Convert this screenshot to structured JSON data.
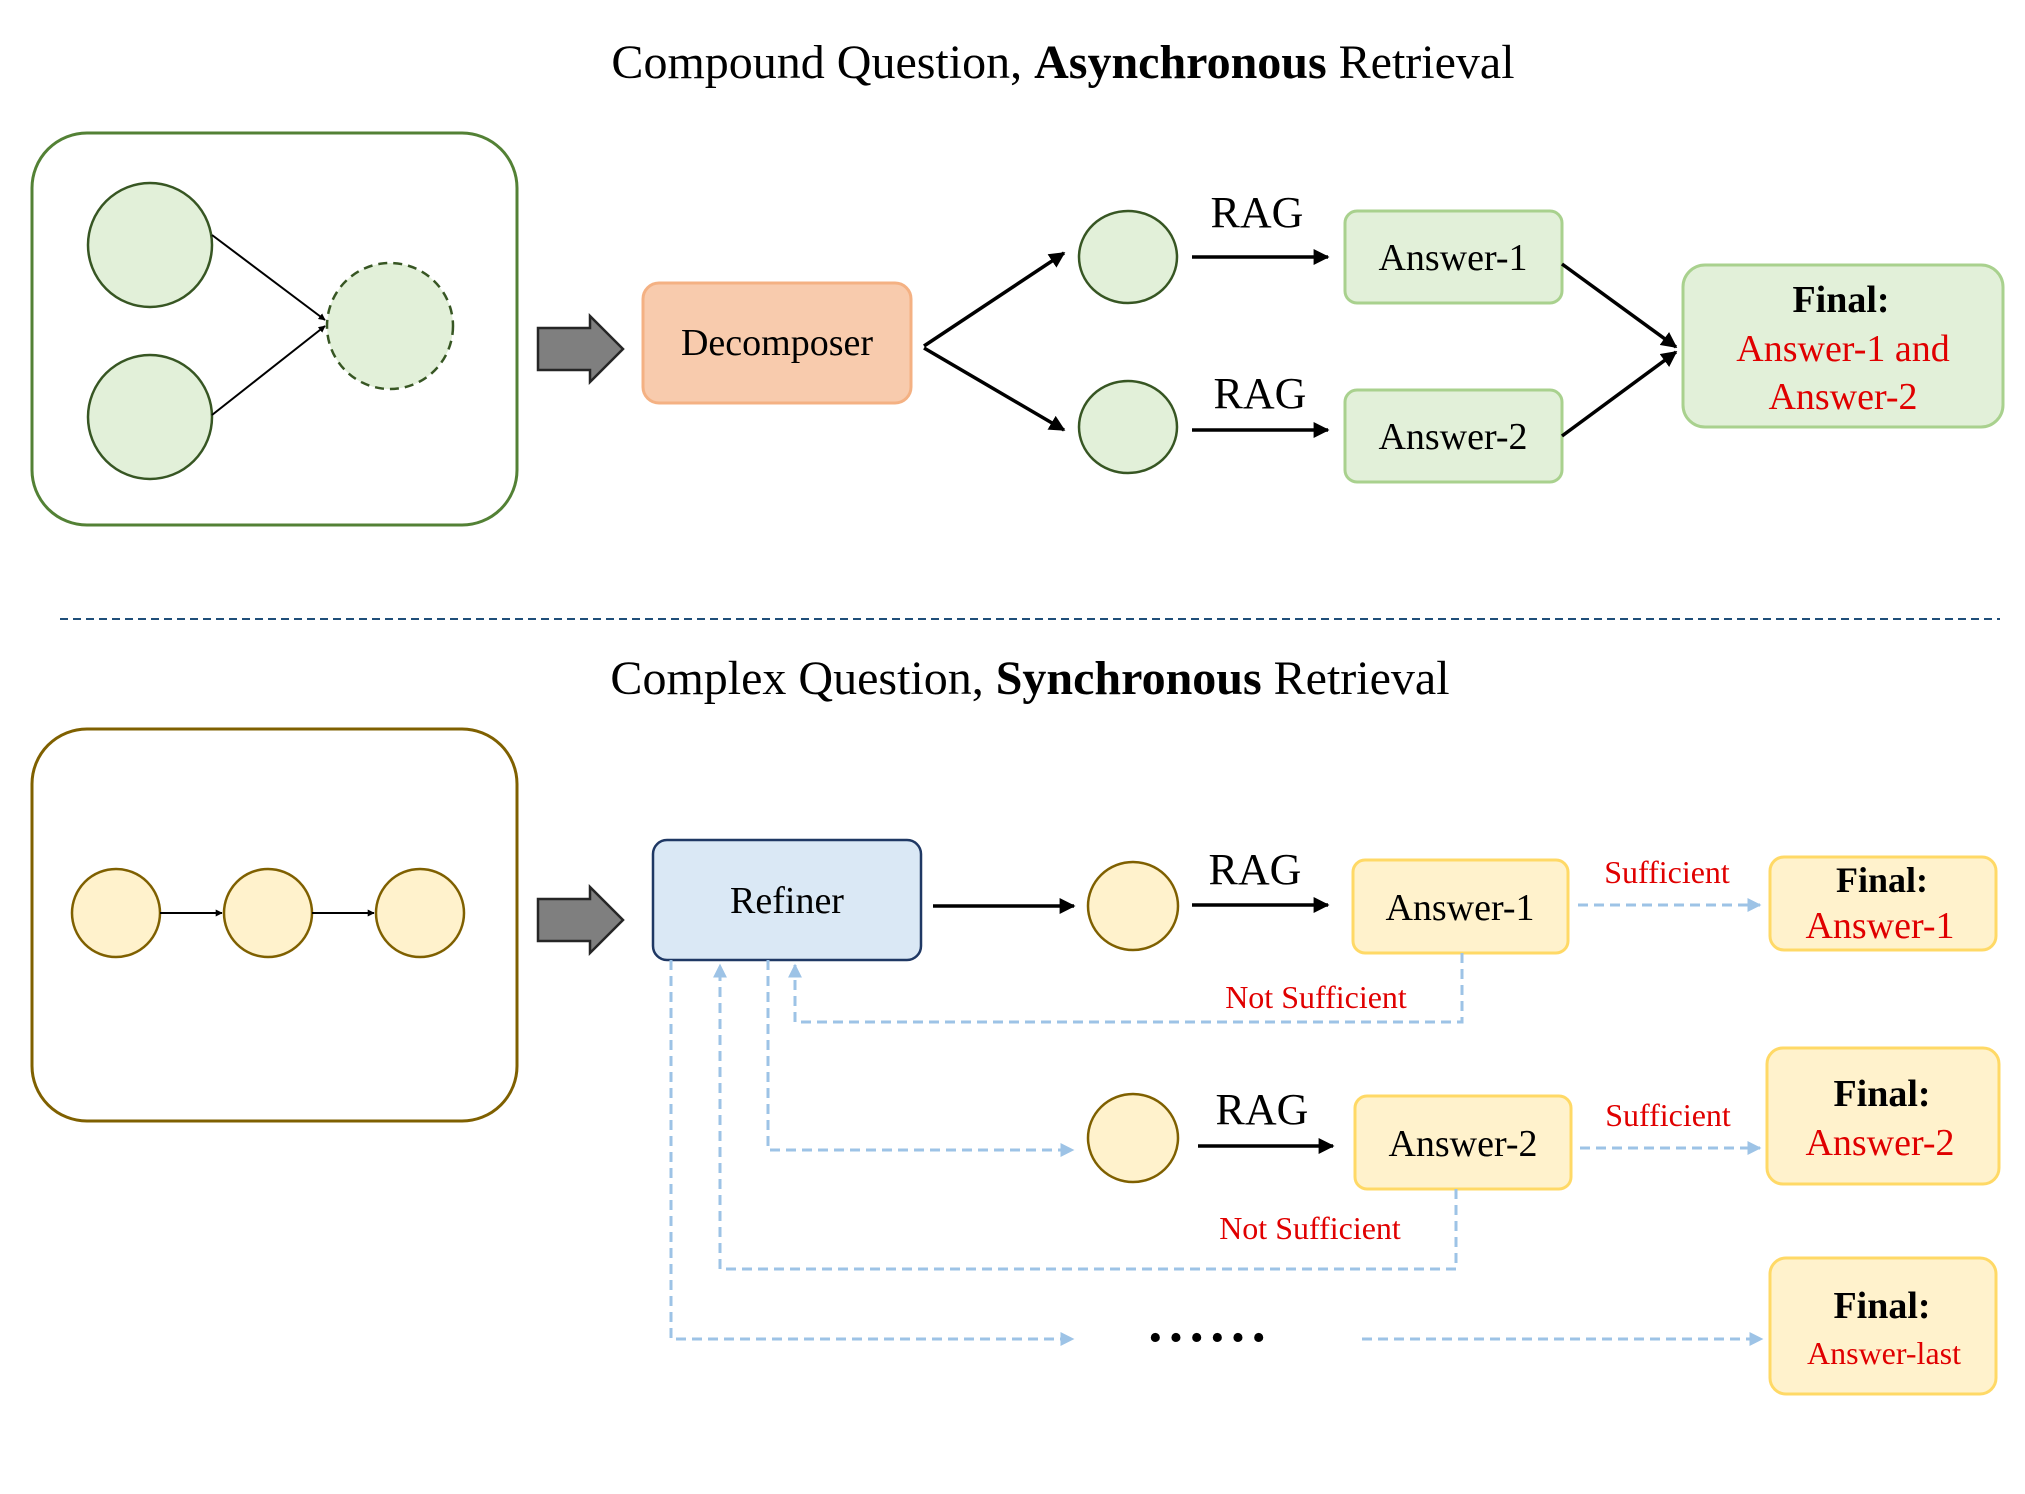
{
  "top": {
    "title_pre": "Compound Question, ",
    "title_bold": "Asynchronous",
    "title_post": " Retrieval",
    "decomposer": "Decomposer",
    "rag_1": "RAG",
    "rag_2": "RAG",
    "answer_1": "Answer-1",
    "answer_2": "Answer-2",
    "final_label": "Final:",
    "final_line_1": "Answer-1 and",
    "final_line_2": "Answer-2"
  },
  "bottom": {
    "title_pre": "Complex Question, ",
    "title_bold": "Synchronous",
    "title_post": " Retrieval",
    "refiner": "Refiner",
    "rag_1": "RAG",
    "rag_2": "RAG",
    "answer_1": "Answer-1",
    "answer_2": "Answer-2",
    "sufficient_1": "Sufficient",
    "sufficient_2": "Sufficient",
    "not_sufficient_1": "Not Sufficient",
    "not_sufficient_2": "Not Sufficient",
    "ellipsis": "······",
    "final_1_label": "Final:",
    "final_1_value": "Answer-1",
    "final_2_label": "Final:",
    "final_2_value": "Answer-2",
    "final_3_label": "Final:",
    "final_3_value": "Answer-last"
  },
  "colors": {
    "green_fill": "#e2f0d9",
    "green_stroke": "#538135",
    "orange_fill": "#f8cbad",
    "orange_stroke": "#f4b183",
    "yellow_fill": "#fff2cc",
    "yellow_stroke": "#7f6000",
    "blue_fill": "#dae8f5",
    "blue_stroke": "#1f3864",
    "dashed_blue": "#9dc3e6",
    "red_text": "#e00000"
  }
}
